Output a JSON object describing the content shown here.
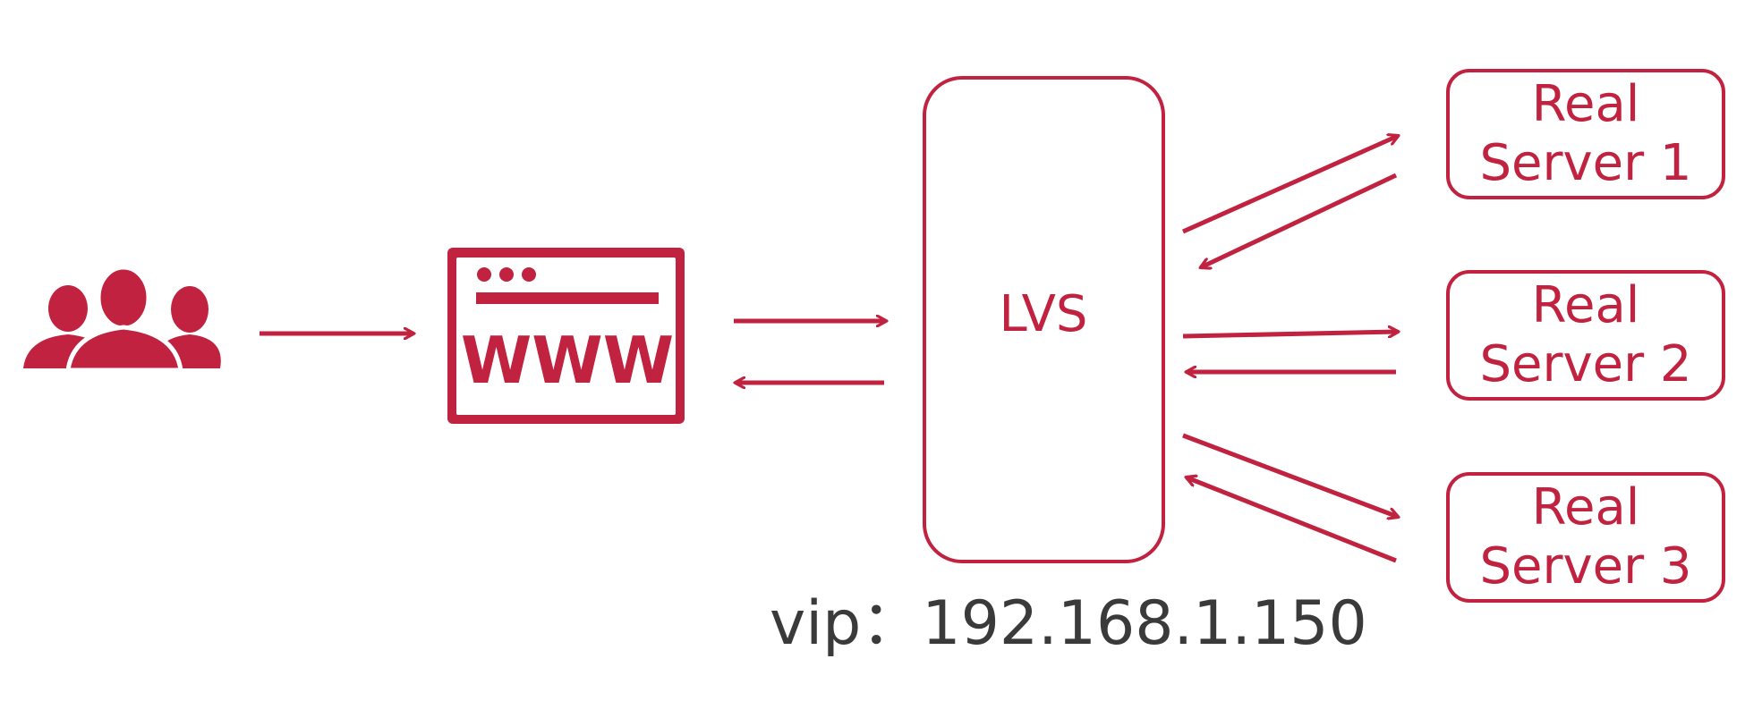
{
  "diagram": {
    "lvs": {
      "label": "LVS"
    },
    "servers": [
      {
        "line1": "Real",
        "line2": "Server 1"
      },
      {
        "line1": "Real",
        "line2": "Server 2"
      },
      {
        "line1": "Real",
        "line2": "Server 3"
      }
    ],
    "www": {
      "label": "WWW"
    },
    "vip": "vip：192.168.1.150",
    "icons": {
      "users": "users-icon",
      "web": "www-browser-icon",
      "arrow": "arrow-icon"
    },
    "colors": {
      "accent": "#c0223f",
      "text": "#3a3a3a",
      "background": "#ffffff"
    }
  }
}
